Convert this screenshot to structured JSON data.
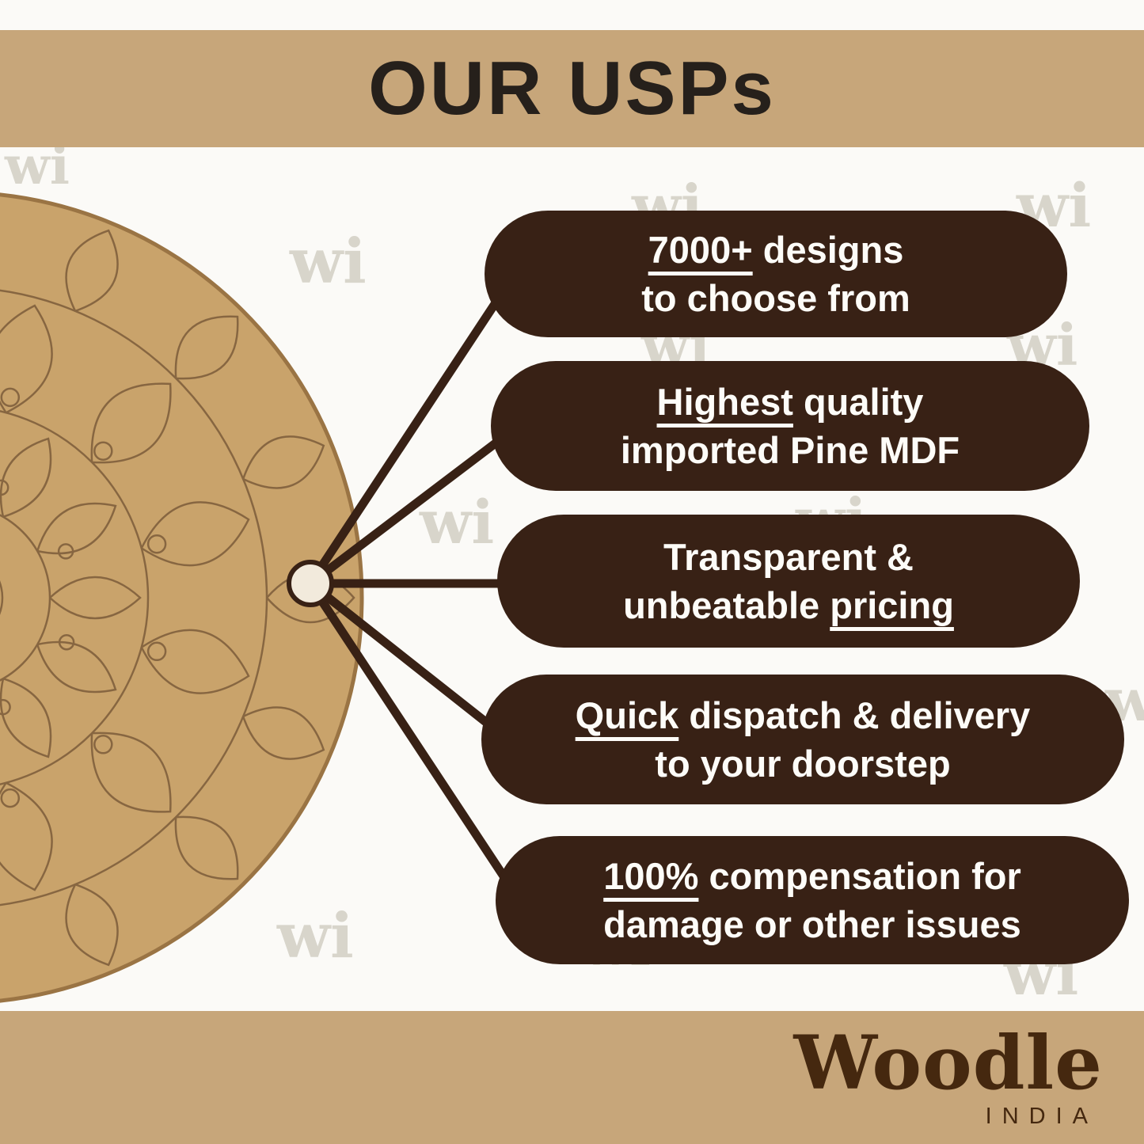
{
  "title": "OUR USPs",
  "watermark": {
    "text": "wi"
  },
  "pills": [
    {
      "line1": [
        {
          "t": "7000+",
          "u": true
        },
        {
          "t": " designs",
          "u": false
        }
      ],
      "line2": [
        {
          "t": "to choose from",
          "u": false
        }
      ]
    },
    {
      "line1": [
        {
          "t": "Highest",
          "u": true
        },
        {
          "t": " quality",
          "u": false
        }
      ],
      "line2": [
        {
          "t": "imported Pine MDF",
          "u": false
        }
      ]
    },
    {
      "line1": [
        {
          "t": "Transparent &",
          "u": false
        }
      ],
      "line2": [
        {
          "t": "unbeatable ",
          "u": false
        },
        {
          "t": "pricing",
          "u": true
        }
      ]
    },
    {
      "line1": [
        {
          "t": "Quick",
          "u": true
        },
        {
          "t": " dispatch & delivery",
          "u": false
        }
      ],
      "line2": [
        {
          "t": "to your doorstep",
          "u": false
        }
      ]
    },
    {
      "line1": [
        {
          "t": "100%",
          "u": true
        },
        {
          "t": " compensation for",
          "u": false
        }
      ],
      "line2": [
        {
          "t": "damage or other issues",
          "u": false
        }
      ]
    }
  ],
  "brand": {
    "name": "Woodle",
    "country": "INDIA"
  },
  "colors": {
    "band": "#C7A67A",
    "pill": "#382115",
    "pill_text": "#FDFCF8",
    "title_text": "#26201b",
    "mdf_board": "#C9A36B",
    "mdf_line": "#7b5c3a",
    "connector": "#382115",
    "hub_node_fill": "#F2EADC",
    "logo": "#45280F",
    "watermark": "#D8D5CB"
  }
}
